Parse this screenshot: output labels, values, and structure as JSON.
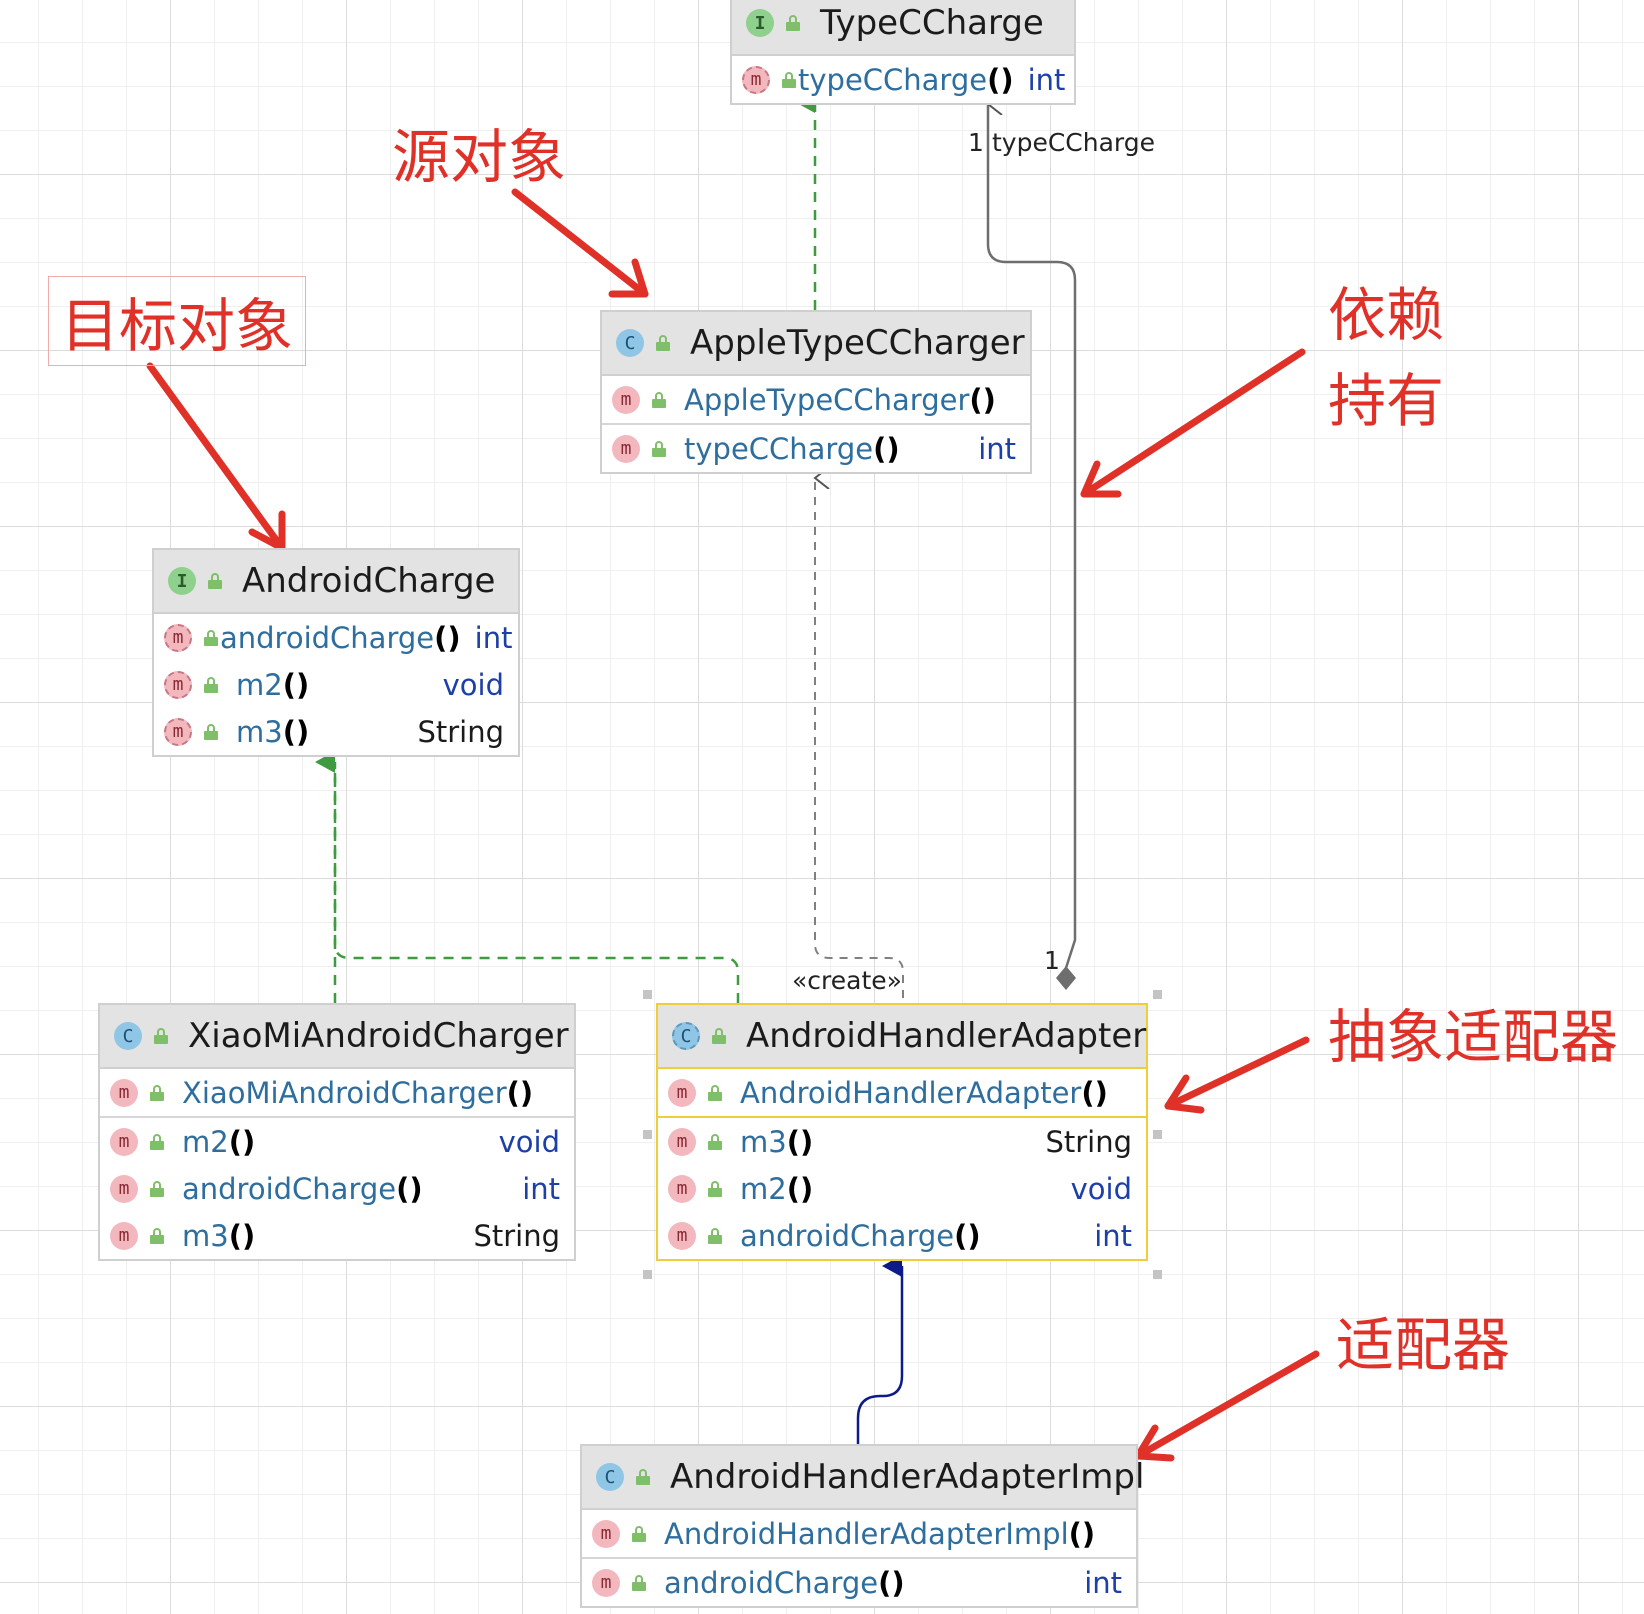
{
  "classes": {
    "typecharge": {
      "kind_icon": "interface-icon",
      "name": "TypeCCharge",
      "members": [
        {
          "name": "typeCCharge",
          "params": "()",
          "type": "int"
        }
      ]
    },
    "apple": {
      "kind_icon": "class-icon",
      "name": "AppleTypeCCharger",
      "constructor": {
        "name": "AppleTypeCCharger",
        "params": "()"
      },
      "members": [
        {
          "name": "typeCCharge",
          "params": "()",
          "type": "int"
        }
      ]
    },
    "android": {
      "kind_icon": "interface-icon",
      "name": "AndroidCharge",
      "members": [
        {
          "name": "androidCharge",
          "params": "()",
          "type": "int"
        },
        {
          "name": "m2",
          "params": "()",
          "type": "void"
        },
        {
          "name": "m3",
          "params": "()",
          "type": "String"
        }
      ]
    },
    "xiaomi": {
      "kind_icon": "class-icon",
      "name": "XiaoMiAndroidCharger",
      "constructor": {
        "name": "XiaoMiAndroidCharger",
        "params": "()"
      },
      "members": [
        {
          "name": "m2",
          "params": "()",
          "type": "void"
        },
        {
          "name": "androidCharge",
          "params": "()",
          "type": "int"
        },
        {
          "name": "m3",
          "params": "()",
          "type": "String"
        }
      ]
    },
    "adapter": {
      "kind_icon": "abstract-class-icon",
      "name": "AndroidHandlerAdapter",
      "constructor": {
        "name": "AndroidHandlerAdapter",
        "params": "()"
      },
      "members": [
        {
          "name": "m3",
          "params": "()",
          "type": "String"
        },
        {
          "name": "m2",
          "params": "()",
          "type": "void"
        },
        {
          "name": "androidCharge",
          "params": "()",
          "type": "int"
        }
      ]
    },
    "impl": {
      "kind_icon": "class-icon",
      "name": "AndroidHandlerAdapterImpl",
      "constructor": {
        "name": "AndroidHandlerAdapterImpl",
        "params": "()"
      },
      "members": [
        {
          "name": "androidCharge",
          "params": "()",
          "type": "int"
        }
      ]
    }
  },
  "icon_letters": {
    "interface": "I",
    "class": "C",
    "method": "m"
  },
  "edge_labels": {
    "typecharge_multiplicity": "1",
    "typecharge_role": "typeCCharge",
    "adapter_multiplicity": "1",
    "create_stereotype": "«create»"
  },
  "annotations": {
    "source": "源对象",
    "target": "目标对象",
    "dependency_line1": "依赖",
    "dependency_line2": "持有",
    "abstract_adapter": "抽象适配器",
    "adapter": "适配器"
  },
  "colors": {
    "realization": "#3f9b3f",
    "dependency": "#808080",
    "aggregation": "#6e6e6e",
    "generalization": "#1a2b9c",
    "annotation": "#e03128",
    "selected_border": "#f0cd3a"
  }
}
